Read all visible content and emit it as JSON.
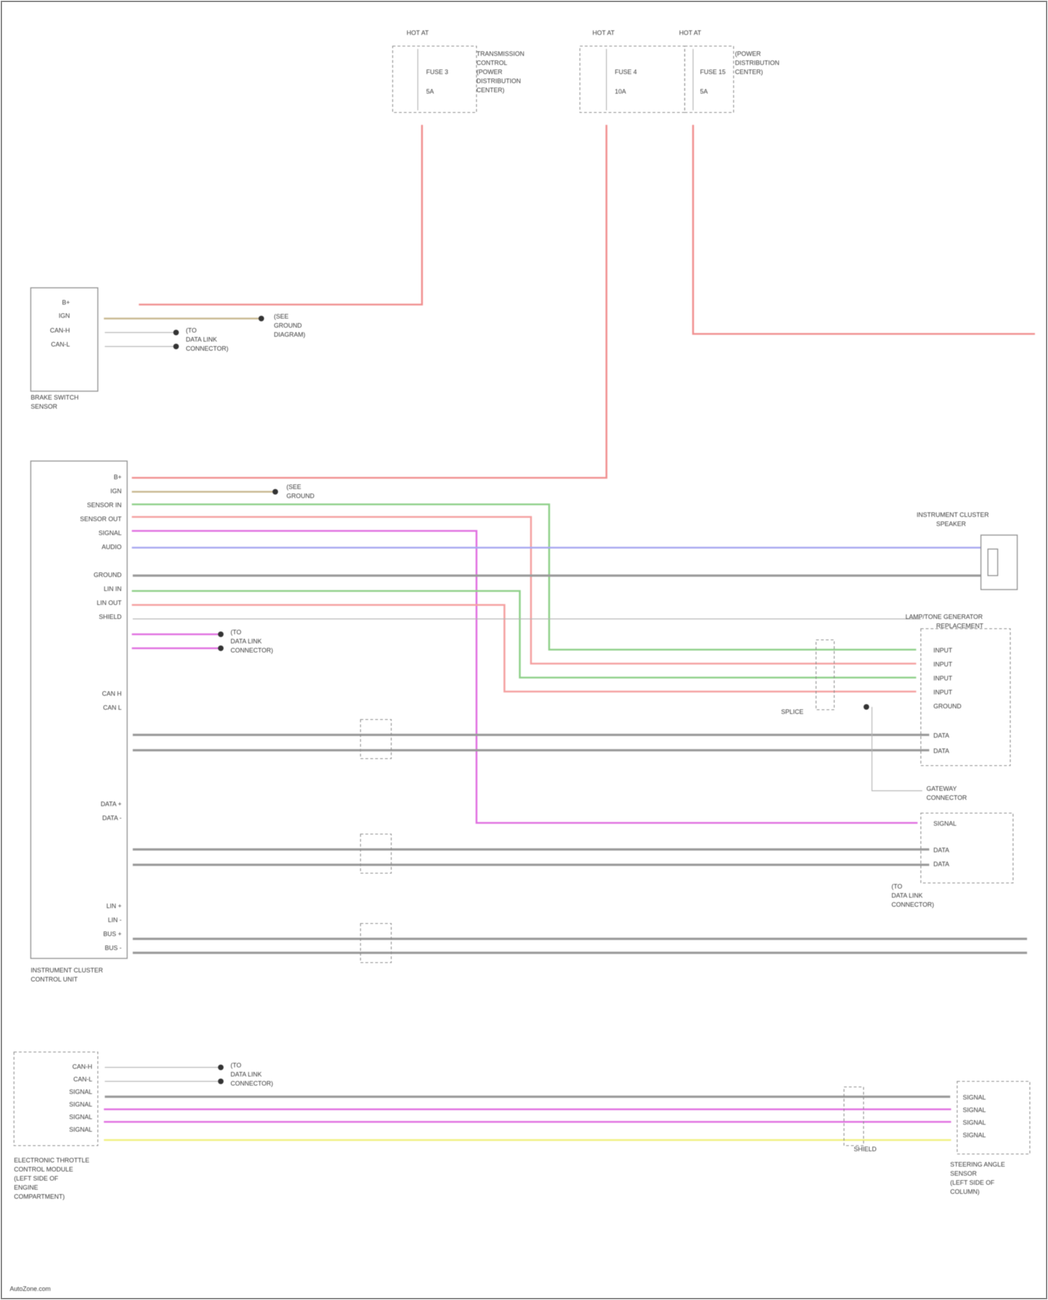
{
  "diagram": {
    "colors": {
      "red": "#f09090",
      "pink": "#f4a0a0",
      "green": "#8fd08a",
      "blue": "#a8a8f0",
      "magenta": "#e070e0",
      "gray": "#9a9a9a",
      "tan": "#c8b890",
      "yellow": "#f0f080"
    },
    "fuse_blocks": [
      {
        "id": "fuse-a",
        "title": "HOT AT",
        "lines": [
          "FUSE 3",
          "5A"
        ],
        "desc": [
          "TRANSMISSION",
          "CONTROL",
          "(POWER",
          "DISTRIBUTION",
          "CENTER)"
        ]
      },
      {
        "id": "fuse-b",
        "title": "HOT AT",
        "lines": [
          "FUSE 4",
          "10A"
        ]
      },
      {
        "id": "fuse-c",
        "title": "HOT AT",
        "lines": [
          "FUSE 15",
          "5A"
        ],
        "desc": [
          "(POWER",
          "DISTRIBUTION",
          "CENTER)"
        ]
      }
    ],
    "modules": {
      "sensor": {
        "name": [
          "BRAKE SWITCH",
          "SENSOR"
        ],
        "pins": [
          "B+",
          "IGN",
          "CAN-H",
          "CAN-L"
        ]
      },
      "cluster": {
        "name": [
          "INSTRUMENT CLUSTER",
          "CONTROL UNIT"
        ],
        "pins": [
          "B+",
          "IGN",
          "SENSOR IN",
          "SENSOR OUT",
          "SIGNAL",
          "AUDIO",
          "GROUND",
          "LIN IN",
          "LIN OUT",
          "SHIELD",
          "CAN H",
          "CAN L",
          "DATA +",
          "DATA -",
          "LIN +",
          "LIN -",
          "BUS +",
          "BUS -"
        ]
      },
      "ecu": {
        "name": [
          "ELECTRONIC THROTTLE",
          "CONTROL MODULE",
          "(LEFT SIDE OF",
          "ENGINE",
          "COMPARTMENT)"
        ],
        "pins": [
          "CAN-H",
          "CAN-L",
          "SIGNAL",
          "SIGNAL",
          "SIGNAL",
          "SIGNAL"
        ]
      },
      "speaker": {
        "name": [
          "INSTRUMENT CLUSTER",
          "SPEAKER"
        ]
      },
      "lamp": {
        "name": [
          "LAMP/TONE GENERATOR",
          "REPLACEMENT"
        ],
        "pins": [
          "INPUT",
          "INPUT",
          "INPUT",
          "INPUT",
          "GROUND",
          "DATA",
          "DATA"
        ]
      },
      "gateway": {
        "name": [
          "GATEWAY",
          "CONNECTOR"
        ],
        "pins": [
          "SIGNAL",
          "DATA",
          "DATA"
        ]
      },
      "steering": {
        "name": [
          "STEERING ANGLE",
          "SENSOR",
          "(LEFT SIDE OF",
          "COLUMN)"
        ],
        "pins": [
          "SIGNAL",
          "SIGNAL",
          "SIGNAL",
          "SIGNAL"
        ]
      }
    },
    "notes": {
      "ground_note": [
        "(SEE",
        "GROUND",
        "DIAGRAM)"
      ],
      "connector_note": [
        "(TO",
        "DATA LINK",
        "CONNECTOR)"
      ],
      "splice": "SPLICE",
      "ground_label": "GROUND",
      "shield": "SHIELD"
    },
    "footer": "AutoZone.com"
  }
}
